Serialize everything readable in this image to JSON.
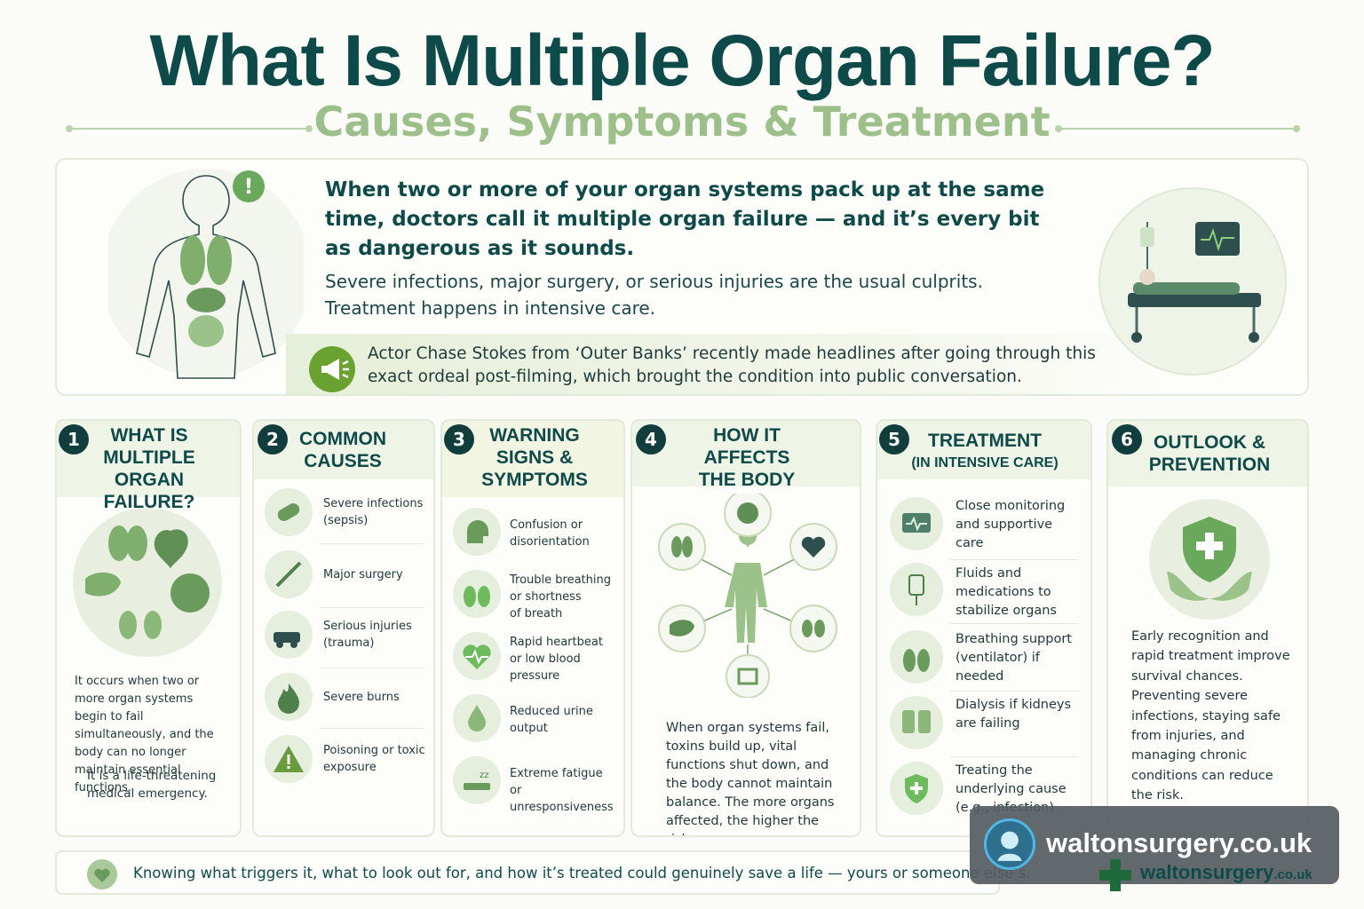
{
  "header": {
    "title": "What Is Multiple Organ Failure?",
    "subtitle": "Causes, Symptoms & Treatment"
  },
  "intro": {
    "headline": "When two or more of your organ systems pack up at the same time, doctors call it multiple organ failure — and it’s every bit as dangerous as it sounds.",
    "body_line1": "Severe infections, major surgery, or serious injuries are the usual culprits.",
    "body_line2": "Treatment happens in intensive care.",
    "alert_glyph": "!",
    "note": "Actor Chase Stokes from ‘Outer Banks’ recently made headlines after going through this exact ordeal post-filming, which brought the condition into public conversation."
  },
  "columns": {
    "c1": {
      "number": "1",
      "title": "WHAT IS MULTIPLE ORGAN FAILURE?",
      "text1": "It occurs when two or more organ systems begin to fail simultaneously, and the body can no longer maintain essential functions.",
      "text2": "It is a life-threatening medical emergency."
    },
    "c2": {
      "number": "2",
      "title": "COMMON CAUSES",
      "items": [
        {
          "label": "Severe infections (sepsis)",
          "icon": "bacteria-icon"
        },
        {
          "label": "Major surgery",
          "icon": "scalpel-icon"
        },
        {
          "label": "Serious injuries (trauma)",
          "icon": "car-crash-icon"
        },
        {
          "label": "Severe burns",
          "icon": "flame-icon"
        },
        {
          "label": "Poisoning or toxic exposure",
          "icon": "warning-icon"
        }
      ]
    },
    "c3": {
      "number": "3",
      "title": "WARNING SIGNS & SYMPTOMS",
      "items": [
        {
          "line1": "Confusion or",
          "line2": "disorientation",
          "line3": "",
          "icon": "brain-head-icon"
        },
        {
          "line1": "Trouble breathing",
          "line2": "or shortness",
          "line3": "of breath",
          "icon": "lungs-icon"
        },
        {
          "line1": "Rapid heartbeat",
          "line2": "or low blood",
          "line3": "pressure",
          "icon": "heartbeat-icon"
        },
        {
          "line1": "Reduced urine",
          "line2": "output",
          "line3": "",
          "icon": "drop-icon"
        },
        {
          "line1": "Extreme fatigue",
          "line2": "or unresponsiveness",
          "line3": "",
          "icon": "sleep-icon"
        }
      ]
    },
    "c4": {
      "number": "4",
      "title": "HOW IT AFFECTS THE BODY",
      "text": "When organ systems fail, toxins build up, vital functions shut down, and the body cannot maintain balance. The more organs affected, the higher the risk."
    },
    "c5": {
      "number": "5",
      "title": "TREATMENT",
      "title_sub": "(IN INTENSIVE CARE)",
      "items": [
        {
          "label": "Close monitoring and supportive care",
          "icon": "monitor-icon"
        },
        {
          "label": "Fluids and medications to stabilize organs",
          "icon": "iv-drip-icon"
        },
        {
          "label": "Breathing support (ventilator) if needed",
          "icon": "ventilator-icon"
        },
        {
          "label": "Dialysis if kidneys are failing",
          "icon": "dialysis-icon"
        },
        {
          "label": "Treating the underlying cause (e.g., infection)",
          "icon": "shield-cross-icon"
        }
      ]
    },
    "c6": {
      "number": "6",
      "title": "OUTLOOK & PREVENTION",
      "text": "Early recognition and rapid treatment improve survival chances. Preventing severe infections, staying safe from injuries, and managing chronic conditions can reduce the risk."
    }
  },
  "footer": {
    "text": "Knowing what triggers it, what to look out for, and how it’s treated could genuinely save a life — yours or someone else’s."
  },
  "watermark": {
    "text": "waltonsurgery.co.uk",
    "sub_main": "waltonsurgery",
    "sub_tld": ".co.uk"
  },
  "colors": {
    "primary": "#0f4a4a",
    "accent_green": "#6aa85c",
    "light_green": "#9dc08b",
    "panel_border": "#e2ead9"
  }
}
